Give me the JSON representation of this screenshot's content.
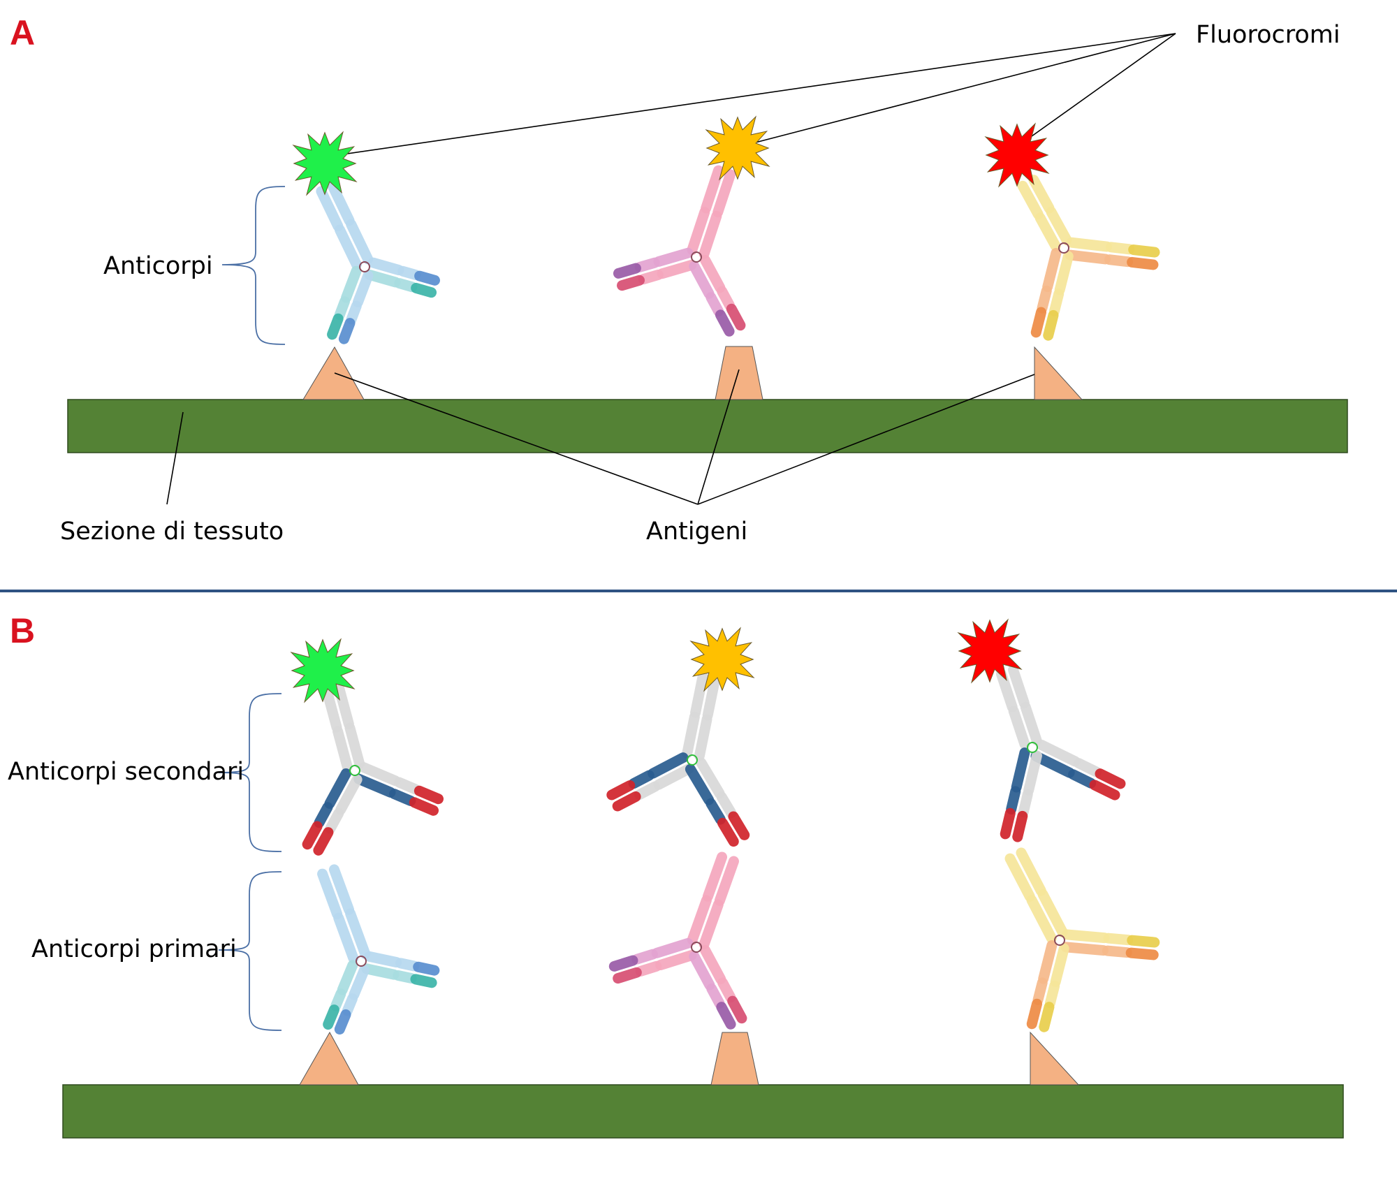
{
  "panels": [
    {
      "letter": "A",
      "labels": {
        "fluorochromes": "Fluorocromi",
        "antibodies": "Anticorpi",
        "tissue": "Sezione di tessuto",
        "antigens": "Antigeni"
      }
    },
    {
      "letter": "B",
      "labels": {
        "secondary": "Anticorpi secondari",
        "primary": "Anticorpi primari"
      }
    }
  ],
  "colors": {
    "panel_letter": "#d9121f",
    "tissue": "#548235",
    "antigen": "#f4b183",
    "divider": "#2f5382",
    "bracket": "#4a6fa5",
    "fluor_green": "#1ff04a",
    "fluor_orange": "#ffc000",
    "fluor_red": "#ff0000"
  },
  "antibody_palettes": {
    "blue": {
      "heavy": "#b7d8ef",
      "light": "#a8dde0",
      "tip_heavy": "#5a8fd0",
      "tip_light": "#3cb5a9"
    },
    "pink": {
      "heavy": "#f5a7bd",
      "light": "#e3a3d1",
      "tip_heavy": "#d74f73",
      "tip_light": "#9a5ca8"
    },
    "yellow": {
      "heavy": "#f6e69a",
      "light": "#f6b98a",
      "tip_heavy": "#e9cf4d",
      "tip_light": "#ee8c45"
    },
    "secondary": {
      "heavy": "#d9d9d9",
      "light": "#2a5d90",
      "tip_heavy": "#d1232b",
      "tip_light": "#d1232b"
    }
  }
}
